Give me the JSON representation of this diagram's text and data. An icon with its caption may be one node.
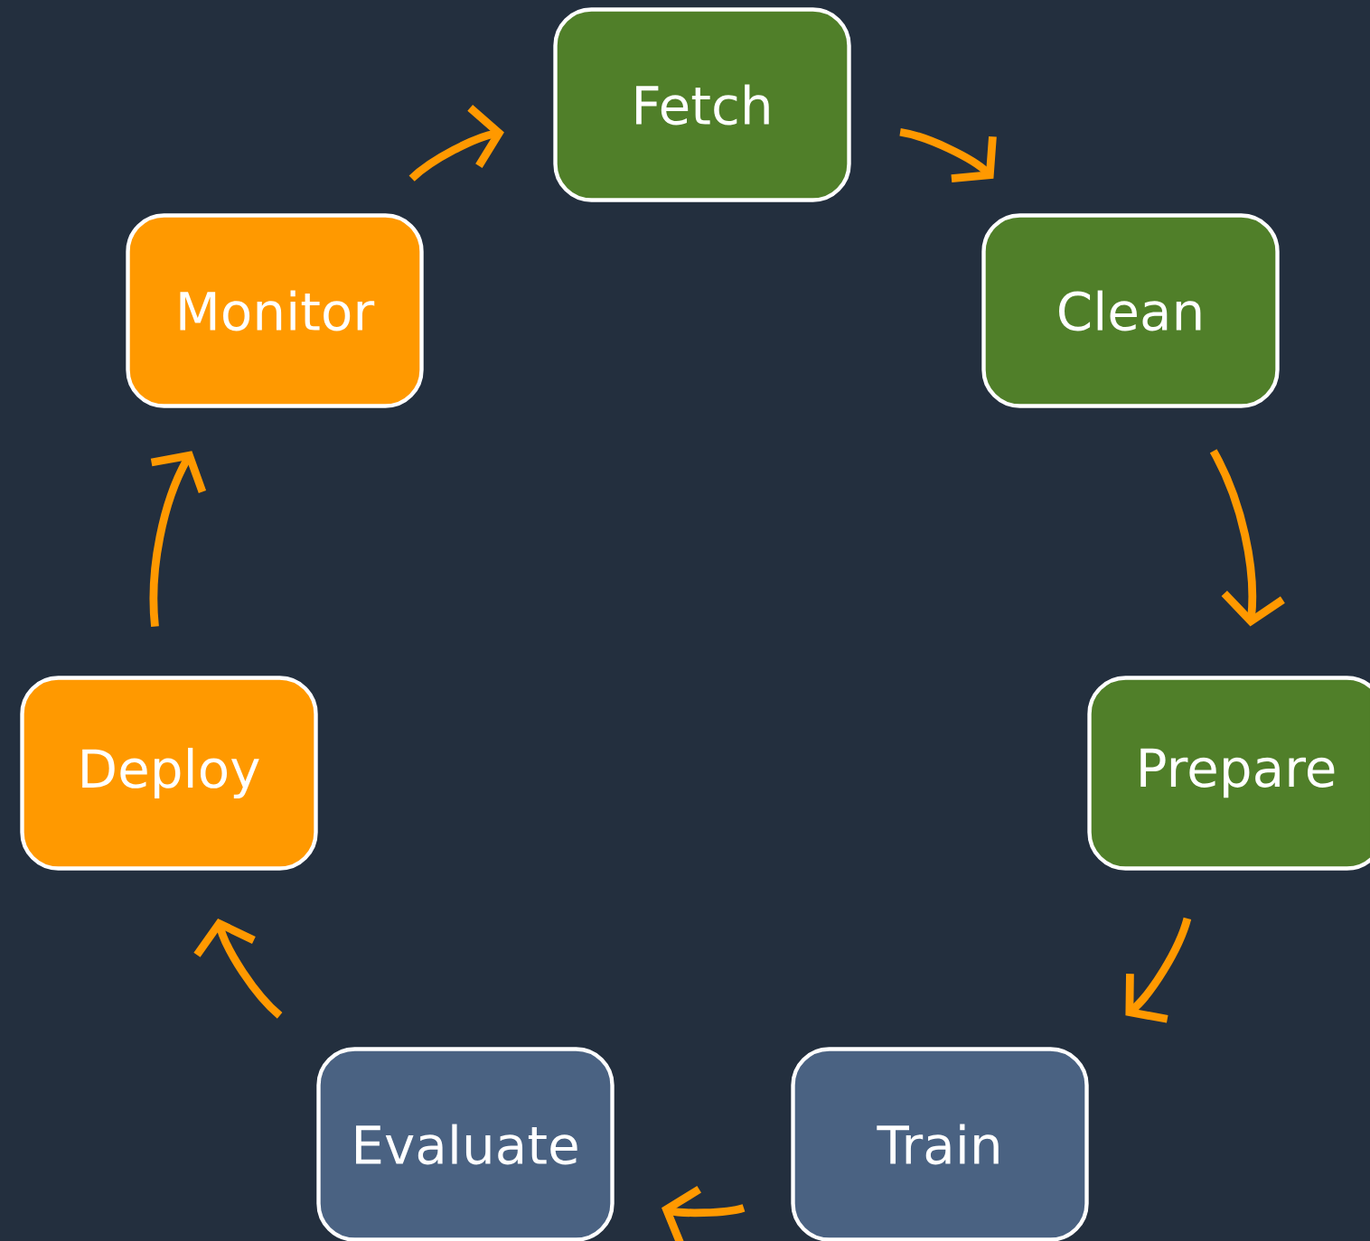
{
  "diagram": {
    "nodes": [
      {
        "text": [
          "Fetch"
        ]
      },
      {
        "text": [
          "Clean"
        ]
      },
      {
        "text": [
          "Prepare"
        ]
      },
      {
        "text": [
          "Train"
        ]
      },
      {
        "text": [
          "Evaluate"
        ]
      },
      {
        "text": [
          "Deploy"
        ]
      },
      {
        "text": [
          "Monitor"
        ]
      }
    ],
    "edges": [
      {
        "from": 0,
        "to": 1,
        "arrow": "to"
      },
      {
        "from": 1,
        "to": 2,
        "arrow": "to"
      },
      {
        "from": 2,
        "to": 3,
        "arrow": "to"
      },
      {
        "from": 3,
        "to": 4,
        "arrow": "to"
      },
      {
        "from": 4,
        "to": 5,
        "arrow": "to"
      },
      {
        "from": 5,
        "to": 6,
        "arrow": "to"
      },
      {
        "from": 6,
        "to": 0,
        "arrow": "to"
      }
    ]
  }
}
